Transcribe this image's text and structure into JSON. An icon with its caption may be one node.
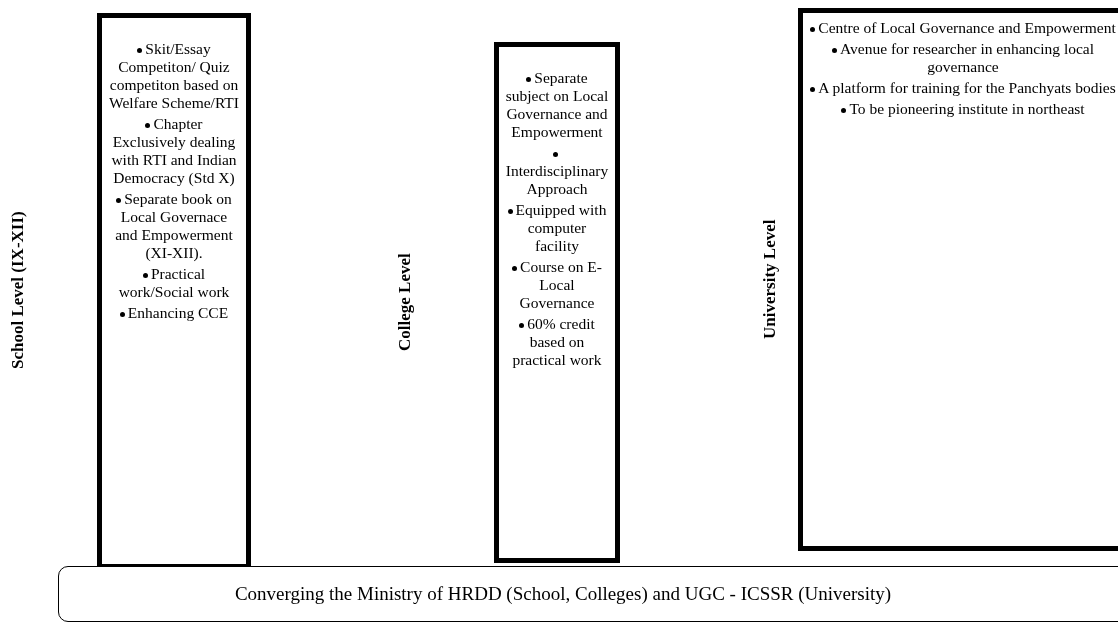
{
  "diagram": {
    "nodes": [
      {
        "text": [
          "School Level (IX-XII)",
          "Skit/Essay Competiton/ Quiz competiton based on Welfare Scheme/RTI",
          "Chapter Exclusively dealing with RTI and Indian Democracy (Std X)",
          "Separate book on Local Governace and Empowerment (XI-XII).",
          "Practical work/Social work",
          "Enhancing CCE"
        ]
      },
      {
        "text": [
          "College Level",
          "Separate subject on Local Governance and Empowerment",
          "Interdisciplinary Approach",
          "Equipped with computer facility",
          "Course on E-Local Governance",
          "60% credit based on practical work"
        ]
      },
      {
        "text": [
          "University Level",
          "Centre of Local Governance and Empowerment",
          "Avenue for researcher in enhancing local governance",
          "A platform for training for the Panchyats bodies",
          "To be pioneering institute in northeast"
        ]
      },
      {
        "text": [
          "Converging the Ministry of HRDD (School, Colleges) and UGC - ICSSR (University)"
        ]
      }
    ],
    "edges": []
  }
}
